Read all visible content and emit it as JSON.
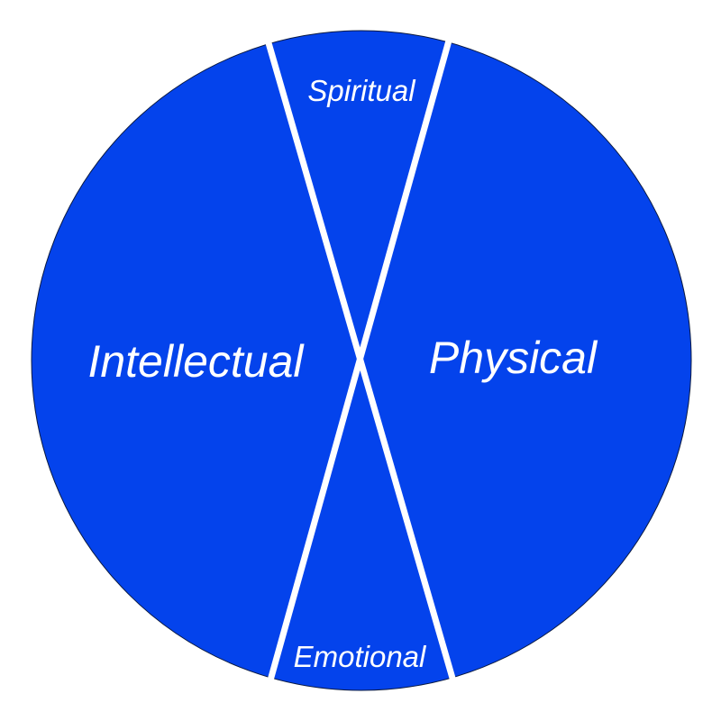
{
  "diagram": {
    "segments": [
      {
        "id": "spiritual",
        "label": "Spiritual"
      },
      {
        "id": "physical",
        "label": "Physical"
      },
      {
        "id": "emotional",
        "label": "Emotional"
      },
      {
        "id": "intellectual",
        "label": "Intellectual"
      }
    ],
    "fill_color": "#0443EC",
    "divider_color": "#FFFFFF"
  }
}
